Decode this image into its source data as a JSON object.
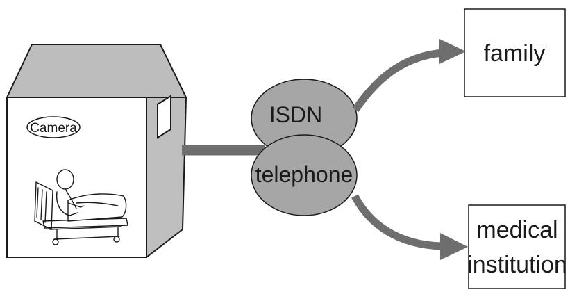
{
  "diagram": {
    "house": {
      "camera_label": "Camera"
    },
    "network": {
      "isdn_label": "ISDN",
      "telephone_label": "telephone"
    },
    "destinations": {
      "family_label": "family",
      "medical_line1": "medical",
      "medical_line2": "institution"
    },
    "colors": {
      "outline": "#1a1a1a",
      "ellipse_fill": "#a6a6a6",
      "arrow": "#6e6e6e",
      "roof": "#bdbdbd",
      "house_side": "#bfbfbf",
      "box_fill": "#ffffff"
    }
  }
}
